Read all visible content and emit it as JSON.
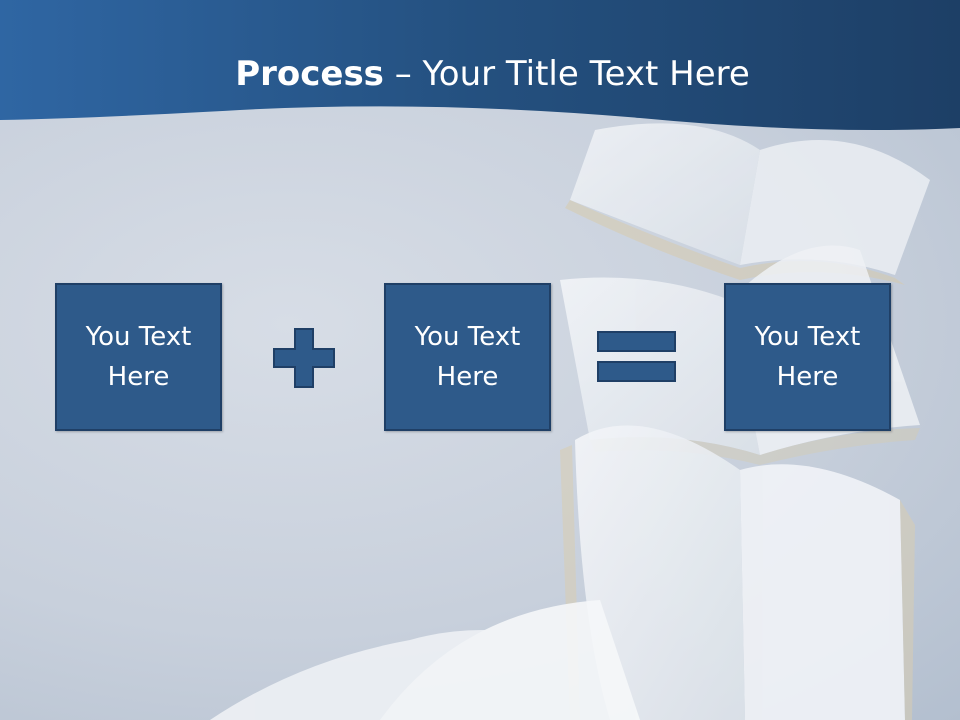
{
  "slide": {
    "title_bold": "Process",
    "title_rest": " – Your Title Text Here"
  },
  "process": {
    "steps": [
      {
        "text": "You Text Here"
      },
      {
        "text": "You Text Here"
      },
      {
        "text": "You Text Here"
      }
    ],
    "operators": [
      "plus-icon",
      "equals-icon"
    ]
  },
  "colors": {
    "header": "#2a5788",
    "box_fill": "#2e5a8a",
    "box_border": "#1f3f66",
    "background": "#c8d0dc"
  }
}
